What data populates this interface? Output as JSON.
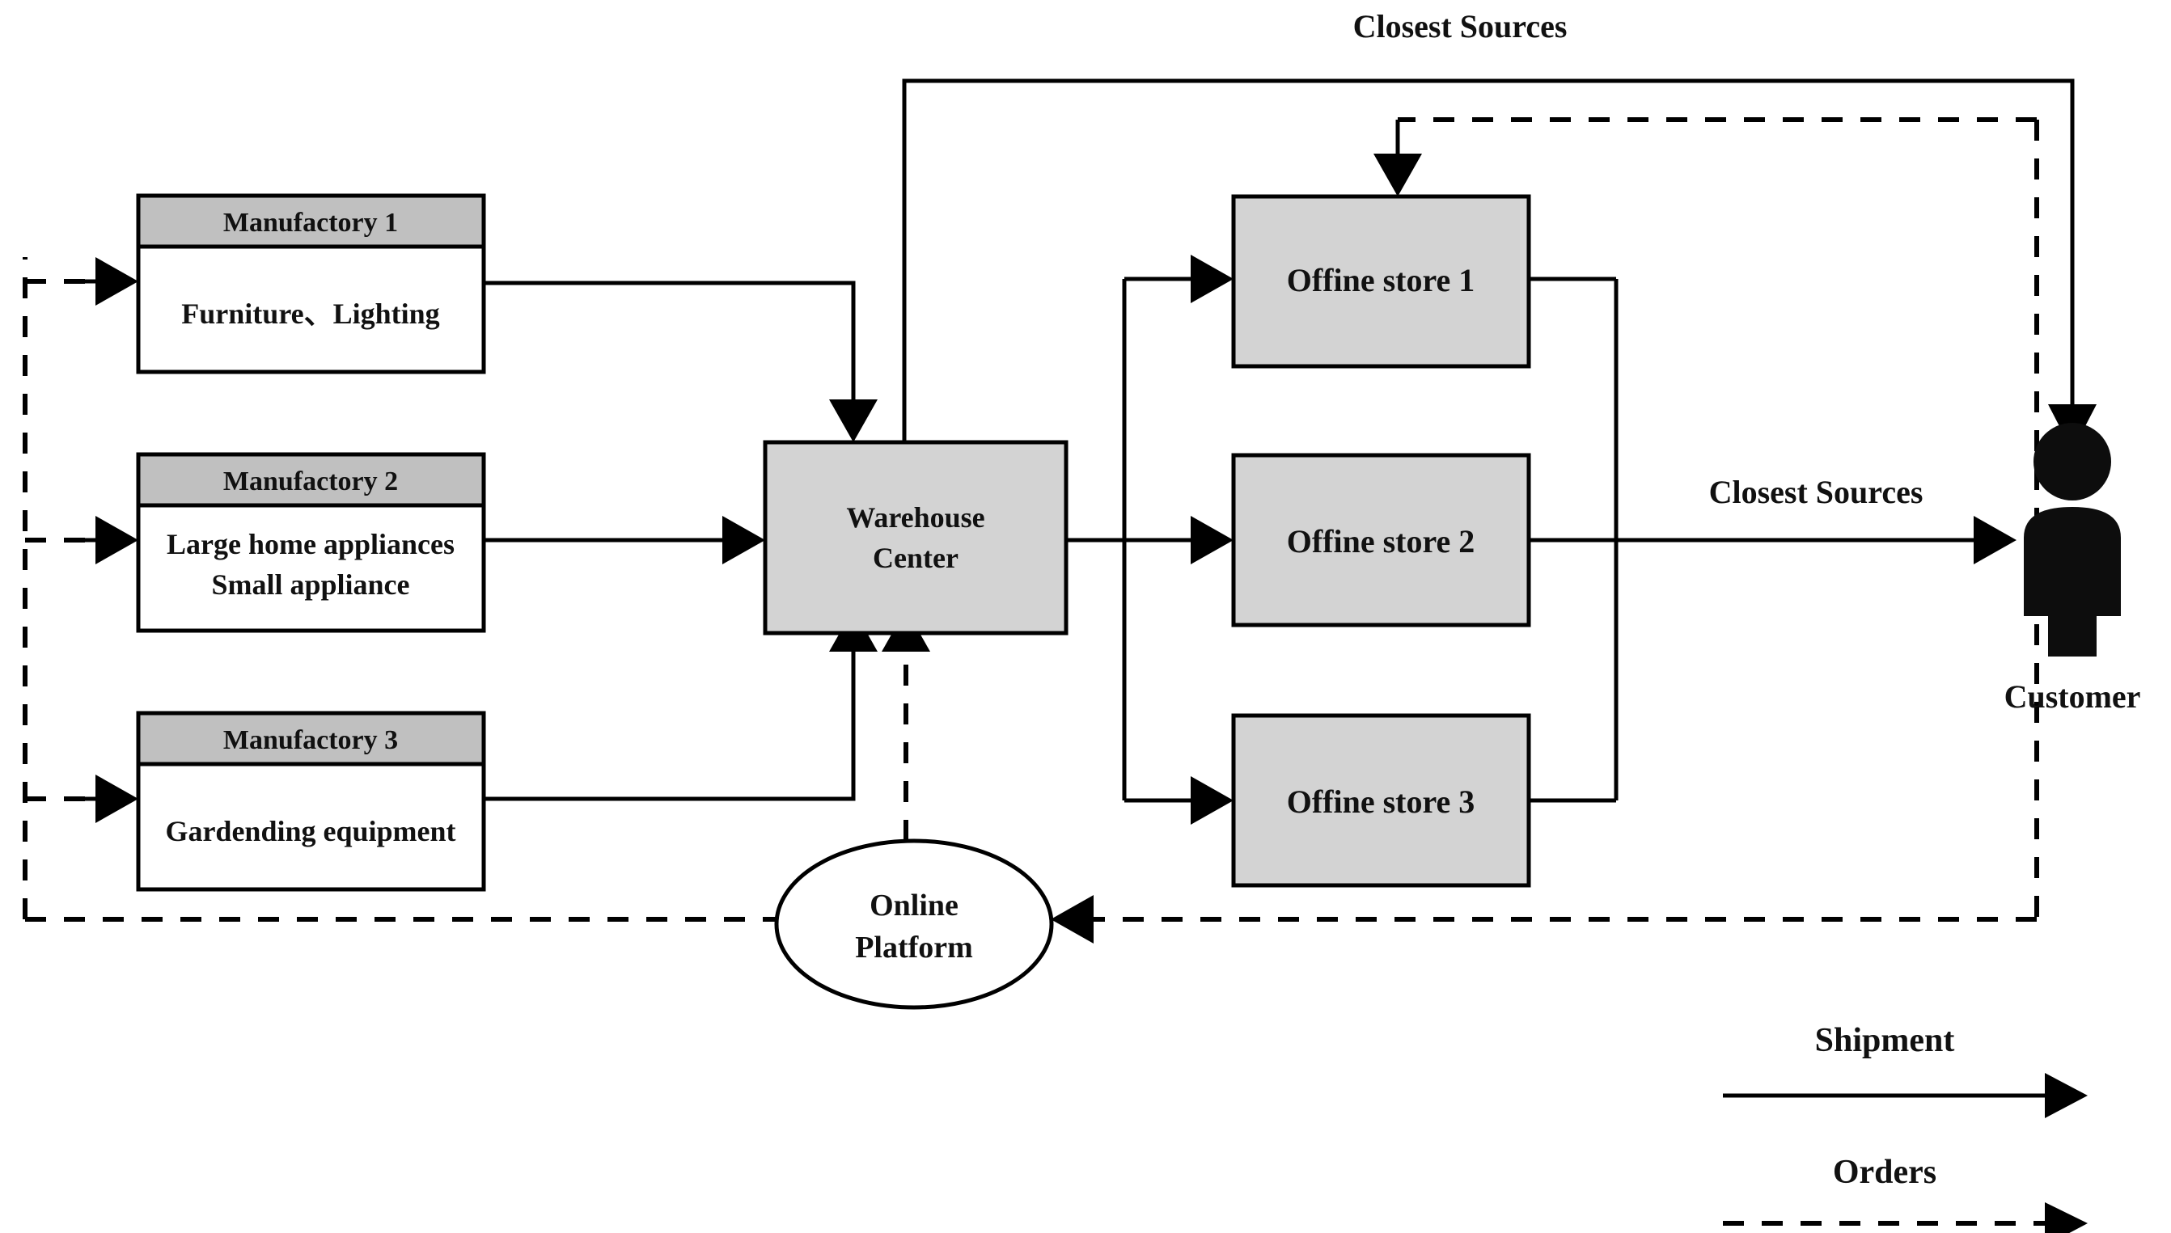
{
  "diagram": {
    "title": "Omni-channel retail supply chain network",
    "colors": {
      "node_fill": "#d3d3d3",
      "header_fill": "#c0c0c0",
      "body_fill": "#ffffff",
      "line": "#000000",
      "background": "#ffffff"
    },
    "manufactories": [
      {
        "title": "Manufactory 1",
        "products": [
          "Furniture、Lighting"
        ]
      },
      {
        "title": "Manufactory 2",
        "products": [
          "Large home appliances",
          "Small appliance"
        ]
      },
      {
        "title": "Manufactory 3",
        "products": [
          "Gardending equipment"
        ]
      }
    ],
    "warehouse": {
      "line1": "Warehouse",
      "line2": "Center"
    },
    "stores": [
      {
        "label": "Offine store 1"
      },
      {
        "label": "Offine store 2"
      },
      {
        "label": "Offine store 3"
      }
    ],
    "platform": {
      "line1": "Online",
      "line2": "Platform"
    },
    "customer": {
      "label": "Customer",
      "icon": "person-icon"
    },
    "annotations": [
      {
        "id": "closest-sources-top",
        "text": "Closest Sources"
      },
      {
        "id": "closest-sources-mid",
        "text": "Closest Sources"
      }
    ],
    "legend": [
      {
        "id": "shipment",
        "label": "Shipment",
        "style": "solid",
        "icon": "solid-arrow-icon"
      },
      {
        "id": "orders",
        "label": "Orders",
        "style": "dashed",
        "icon": "dashed-arrow-icon"
      }
    ]
  }
}
